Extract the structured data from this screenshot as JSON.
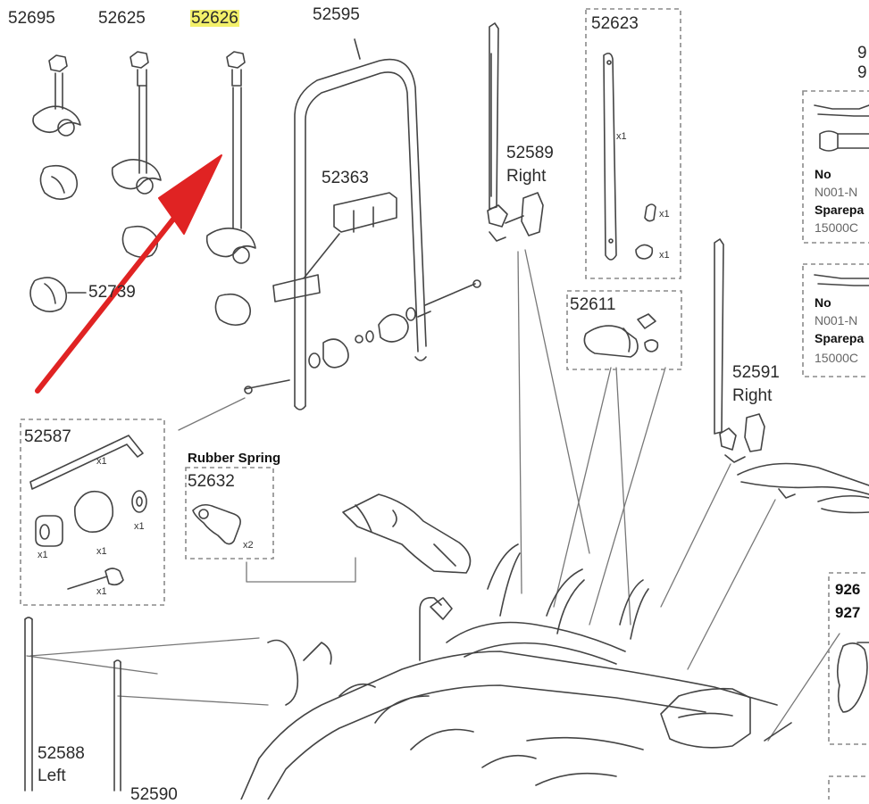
{
  "parts": {
    "p52695": "52695",
    "p52625": "52625",
    "p52626": "52626",
    "p52595": "52595",
    "p52623": "52623",
    "p52589": "52589",
    "p52589_side": "Right",
    "p52363": "52363",
    "p52739": "52739",
    "p52611": "52611",
    "p52591": "52591",
    "p52591_side": "Right",
    "p52587": "52587",
    "p52632": "52632",
    "rubber_spring": "Rubber Spring",
    "p52588": "52588",
    "p52588_side": "Left",
    "p52590_partial": "52590",
    "p926_partial": "926",
    "p927_partial": "927",
    "p9a_partial": "9",
    "p9b_partial": "9"
  },
  "qty": {
    "x1": "x1",
    "x2": "x2"
  },
  "right_panel": {
    "no_label_1": "No",
    "code_1": "N001-N",
    "spare_1": "Sparepa",
    "num_1": "15000C",
    "no_label_2": "No",
    "code_2": "N001-N",
    "spare_2": "Sparepa",
    "num_2": "15000C"
  },
  "colors": {
    "highlight": "#f3f06a",
    "arrow": "#e02323",
    "line": "#555555",
    "dashed_box": "#8a8a8a"
  },
  "icons": [
    "red-arrow-icon",
    "wheel-holder-icon",
    "frame-icon",
    "strap-icon",
    "knob-icon",
    "allen-key-icon",
    "bike-carrier-icon"
  ]
}
